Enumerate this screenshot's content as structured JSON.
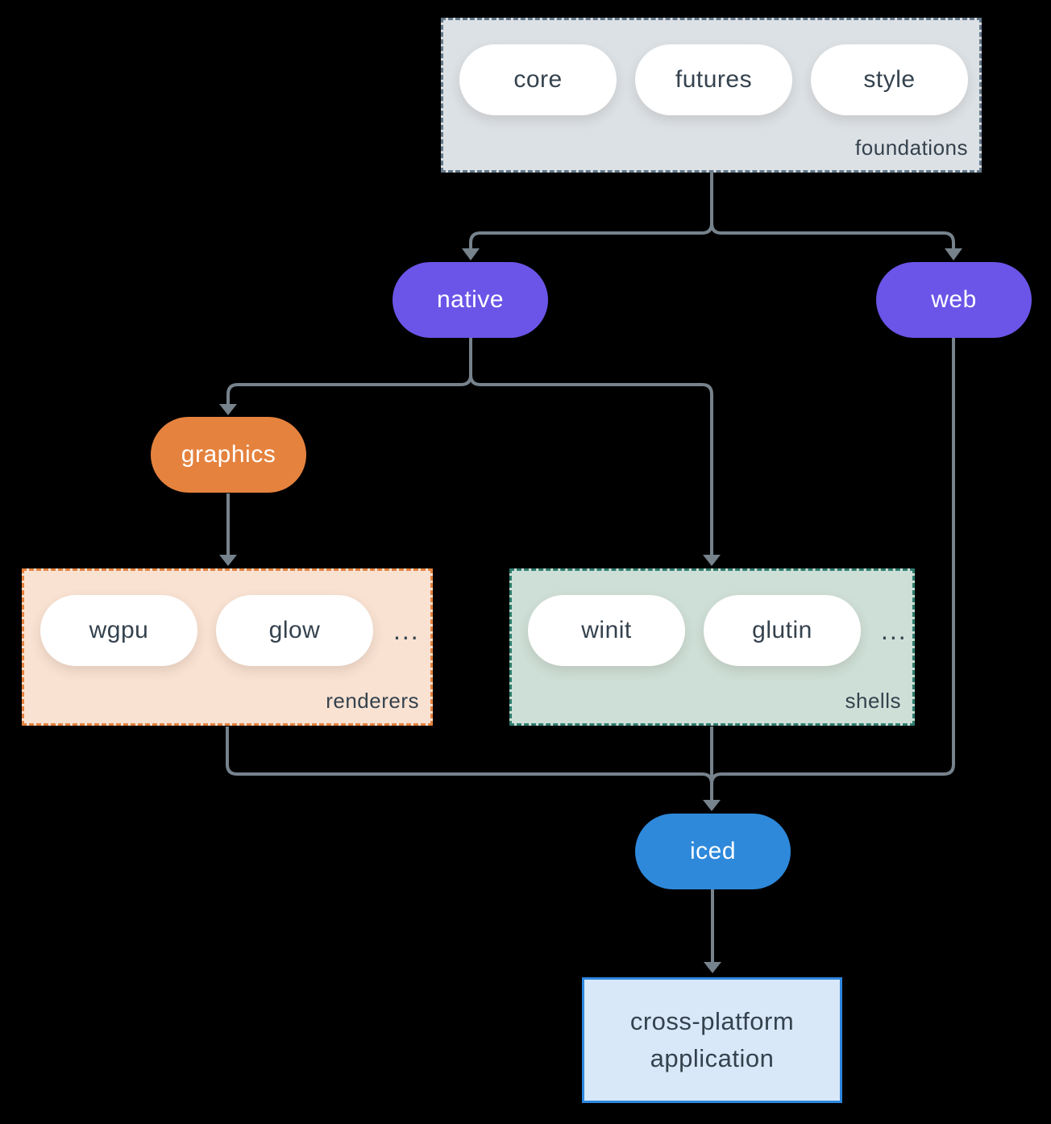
{
  "diagram": {
    "foundations": {
      "label": "foundations",
      "items": [
        "core",
        "futures",
        "style"
      ]
    },
    "native": {
      "label": "native"
    },
    "web": {
      "label": "web"
    },
    "graphics": {
      "label": "graphics"
    },
    "renderers": {
      "label": "renderers",
      "items": [
        "wgpu",
        "glow"
      ],
      "ellipsis": "..."
    },
    "shells": {
      "label": "shells",
      "items": [
        "winit",
        "glutin"
      ],
      "ellipsis": "..."
    },
    "iced": {
      "label": "iced"
    },
    "application": {
      "label": "cross-platform application"
    },
    "edges": [
      {
        "from": "foundations",
        "to": "native"
      },
      {
        "from": "foundations",
        "to": "web"
      },
      {
        "from": "native",
        "to": "graphics"
      },
      {
        "from": "native",
        "to": "shells"
      },
      {
        "from": "graphics",
        "to": "renderers"
      },
      {
        "from": "renderers",
        "to": "iced"
      },
      {
        "from": "shells",
        "to": "iced"
      },
      {
        "from": "web",
        "to": "iced"
      },
      {
        "from": "iced",
        "to": "application"
      }
    ]
  },
  "colors": {
    "background": "#000000",
    "connector": "#76828C",
    "text_dark": "#35424E",
    "foundations_fill": "#DCE1E5",
    "foundations_dash": "#64788A",
    "accent_purple": "#6A55E8",
    "accent_orange": "#E5823E",
    "renderers_fill": "#F9E2D2",
    "shells_fill": "#CEDFD7",
    "shells_dash": "#2F7D6E",
    "accent_blue": "#2E89DB",
    "application_fill": "#D9E8F8",
    "application_border": "#2E86DE"
  }
}
